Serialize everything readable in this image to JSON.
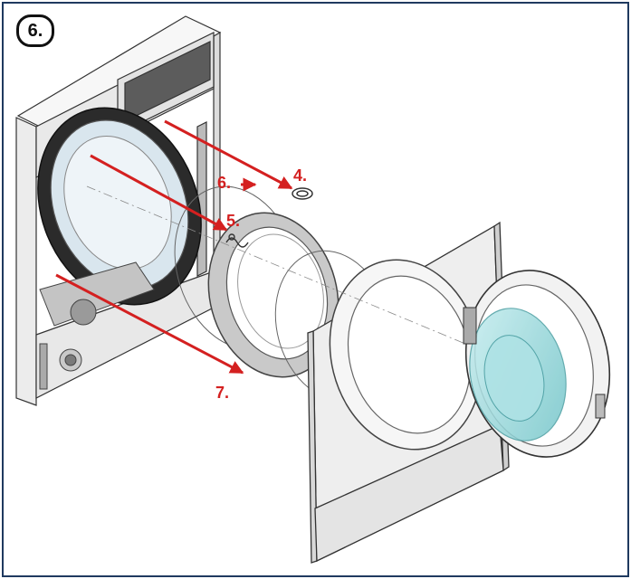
{
  "step_label": "6.",
  "callouts": [
    {
      "id": "4",
      "text": "4."
    },
    {
      "id": "5",
      "text": "5."
    },
    {
      "id": "6",
      "text": "6."
    },
    {
      "id": "7",
      "text": "7."
    }
  ],
  "colors": {
    "frame": "#1f3a5f",
    "arrow": "#d42020",
    "panel": "#e6e6e6",
    "gasket": "#bdbdbd",
    "glass": "#8fd3d6"
  }
}
